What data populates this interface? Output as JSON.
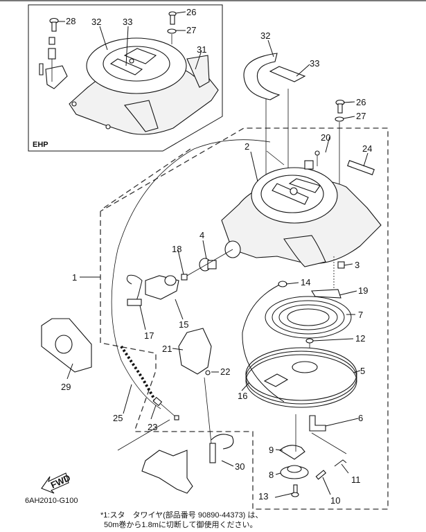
{
  "diagram": {
    "title_code": "6AH2010-G100",
    "inset_label": "EHP",
    "fwd_label": "FWD",
    "footnote_line1": "*1:スタ　タワイヤ(部品番号 90890-44373) は、",
    "footnote_line2": "50m巻から1.8mに切断して御使用ください。",
    "inset_callouts": {
      "c28": "28",
      "c32": "32",
      "c33": "33",
      "c26": "26",
      "c27": "27",
      "c31": "31"
    },
    "callouts": {
      "c1": "1",
      "c2": "2",
      "c3": "3",
      "c4": "4",
      "c5": "5",
      "c6": "6",
      "c7": "7",
      "c8": "8",
      "c9": "9",
      "c10": "10",
      "c11": "11",
      "c12": "12",
      "c13": "13",
      "c14": "14",
      "c15": "15",
      "c16": "16",
      "c17": "17",
      "c18": "18",
      "c19": "19",
      "c20": "20",
      "c21": "21",
      "c22": "22",
      "c23": "23",
      "c24": "24",
      "c25": "25",
      "c26": "26",
      "c27": "27",
      "c29": "29",
      "c30": "30",
      "c32": "32",
      "c33": "33"
    }
  }
}
